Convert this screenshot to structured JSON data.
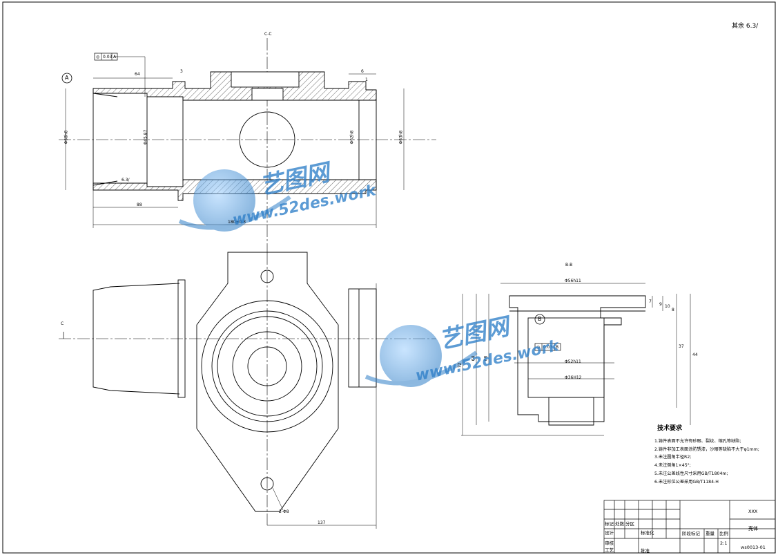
{
  "drawing": {
    "roughness_note": "其余 6.3/",
    "section_label_top": "C-C",
    "section_label_right": "B-B",
    "view_mark_left": "C",
    "datum_a": "A",
    "datum_b": "B",
    "fcf_top": {
      "symbol": "◎",
      "tolerance": "0.03",
      "datum": "A"
    },
    "fcf_right": {
      "symbol": "◎",
      "tolerance": "0.03",
      "datum": "B"
    },
    "roughness_inner": "6.3/"
  },
  "dimensions": {
    "top_view": {
      "d64": "64",
      "d3": "3",
      "d6": "6",
      "d1": "1",
      "dia1": "Φ68h8",
      "dia2": "Φ45.87",
      "dia3": "Φ62h8",
      "dia4": "Φ63h8",
      "d88": "88",
      "len": "180±0.3"
    },
    "plan_view": {
      "r": "2-Φ8",
      "len": "137"
    },
    "bb_view": {
      "w_top": "Φ56h11",
      "w_mid": "Φ52h11",
      "w_low": "Φ36H12",
      "h1": "7",
      "h2": "9",
      "h3": "10",
      "h4": "8",
      "h5": "37",
      "h6": "44",
      "hl1": "72",
      "hl2": "64",
      "hl3": "68"
    }
  },
  "tech_requirements": {
    "title": "技术要求",
    "items": [
      "1.铸件表面不允许有砂眼、裂纹、缩孔等缺陷;",
      "2.铸件非加工表面涂防锈漆，沙眼等缺陷不大于φ1mm;",
      "3.未注圆角半径R2;",
      "4.未注倒角1×45°;",
      "5.未注公差线性尺寸采用GB/T1804m;",
      "6.未注形位公差采用GB/T1184-H"
    ]
  },
  "title_block": {
    "code": "XXX",
    "part_name": "壳体",
    "drawing_no": "ws0013-01",
    "scale": "2:1",
    "labels": {
      "mark_zone": "标记 处数",
      "zone": "分区",
      "design": "设计",
      "standard": "标准化",
      "stage_mark": "阶段标记",
      "weight": "重量",
      "ratio": "比例",
      "review": "审核",
      "process": "工艺",
      "approve": "批准"
    }
  },
  "watermark": {
    "brand": "艺图网",
    "url_1": "www.52des.work",
    "url_2": "www.52des.work"
  }
}
